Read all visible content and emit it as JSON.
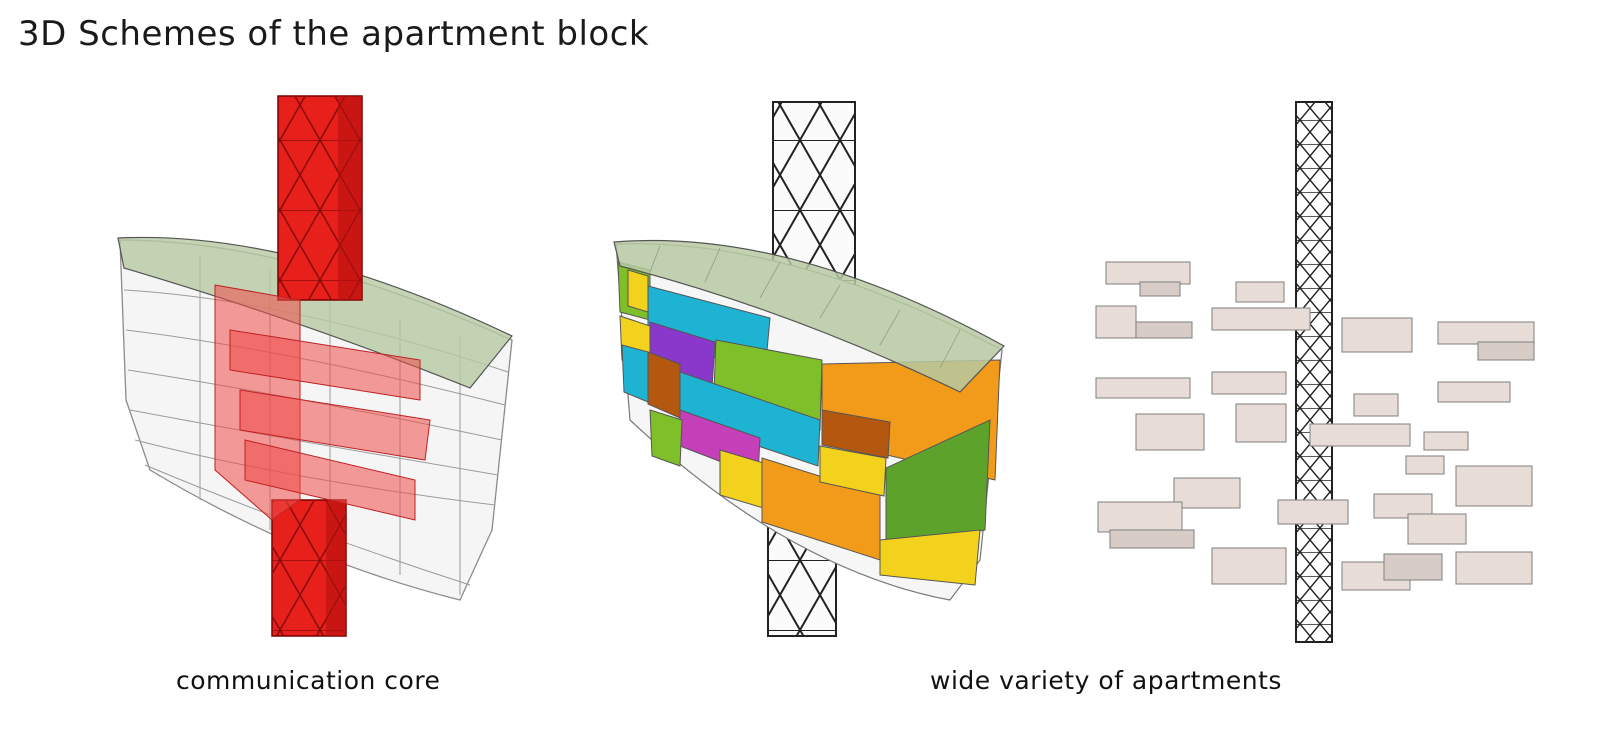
{
  "header": {
    "title": "3D Schemes of the apartment block"
  },
  "captions": {
    "core": "communication core",
    "apartments": "wide variety of apartments"
  },
  "colors": {
    "core": "#e8201c",
    "roof": "#b7c9a2",
    "frame": "#444444",
    "apartment_yellow": "#f2d21c",
    "apartment_cyan": "#1fb3d3",
    "apartment_purple": "#8a37cc",
    "apartment_green": "#7fc02a",
    "apartment_orange": "#f29a1a",
    "apartment_brown": "#b5580f",
    "apartment_magenta": "#c53fb8",
    "exploded_block": "#e7dcd6"
  }
}
